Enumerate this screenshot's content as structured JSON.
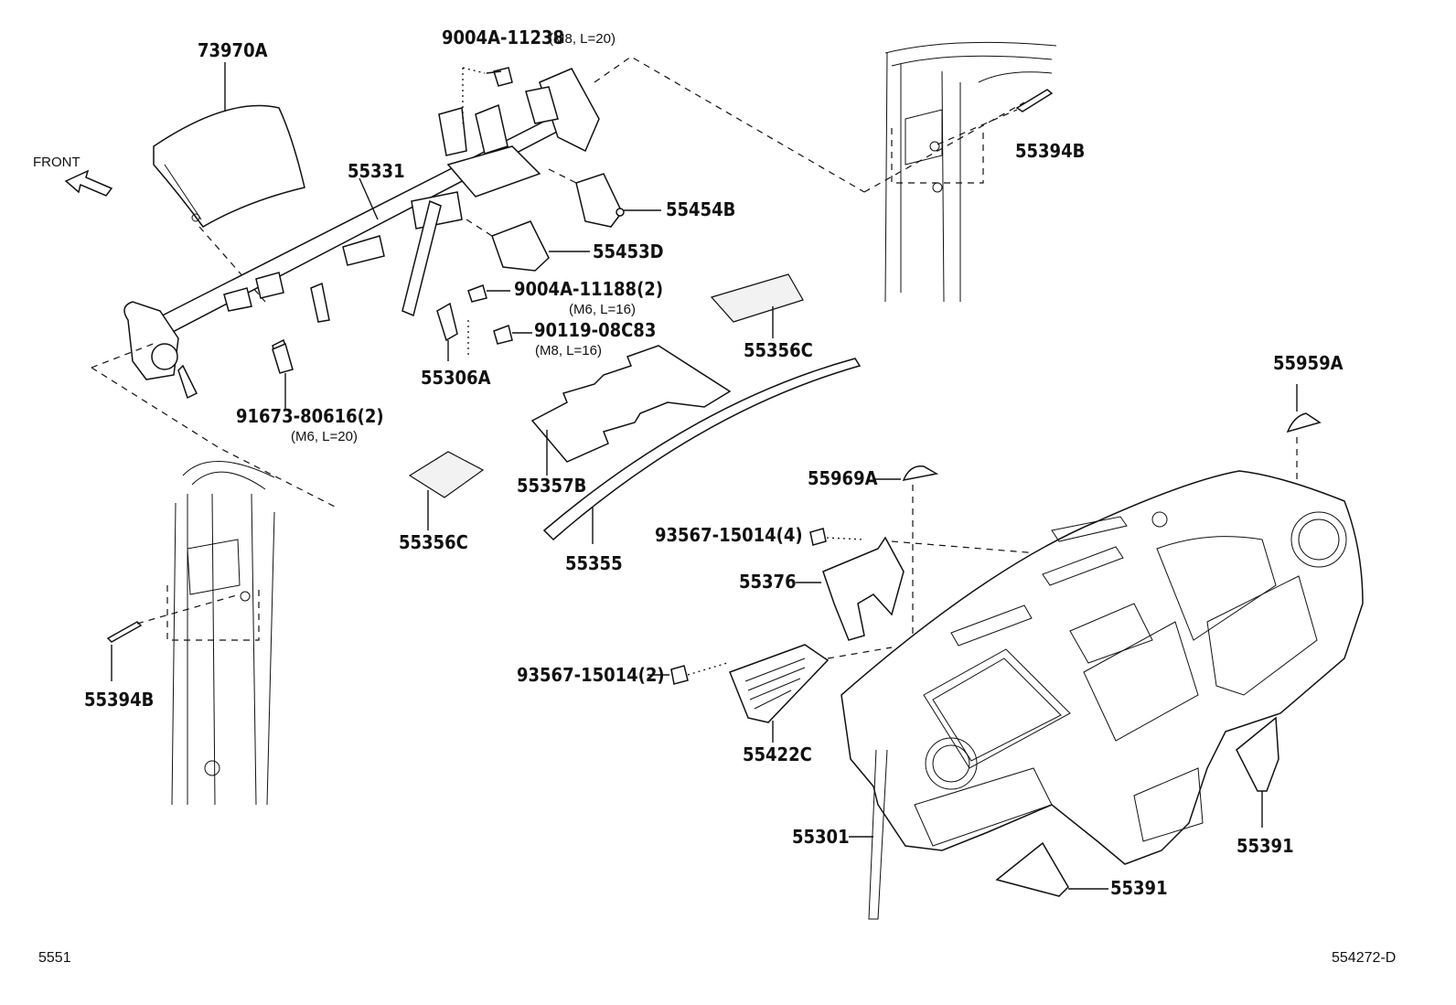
{
  "diagram": {
    "front_label": "FRONT",
    "footer_left": "5551",
    "footer_right": "554272-D",
    "labels": {
      "p73970A": "73970A",
      "p9004A_11238": "9004A-11238",
      "p9004A_11238_spec": "(M8, L=20)",
      "p55394B_top": "55394B",
      "p55331": "55331",
      "p55454B": "55454B",
      "p55453D": "55453D",
      "p9004A_11188": "9004A-11188(2)",
      "p9004A_11188_spec": "(M6, L=16)",
      "p90119": "90119-08C83",
      "p90119_spec": "(M8, L=16)",
      "p55306A": "55306A",
      "p91673": "91673-80616(2)",
      "p91673_spec": "(M6, L=20)",
      "p55356C_top": "55356C",
      "p55357B": "55357B",
      "p55355": "55355",
      "p55356C_left": "55356C",
      "p55959A": "55959A",
      "p55969A": "55969A",
      "p93567_4": "93567-15014(4)",
      "p55376": "55376",
      "p93567_2": "93567-15014(2)",
      "p55422C": "55422C",
      "p55394B_left": "55394B",
      "p55301": "55301",
      "p55391_right": "55391",
      "p55391_bottom": "55391"
    }
  }
}
